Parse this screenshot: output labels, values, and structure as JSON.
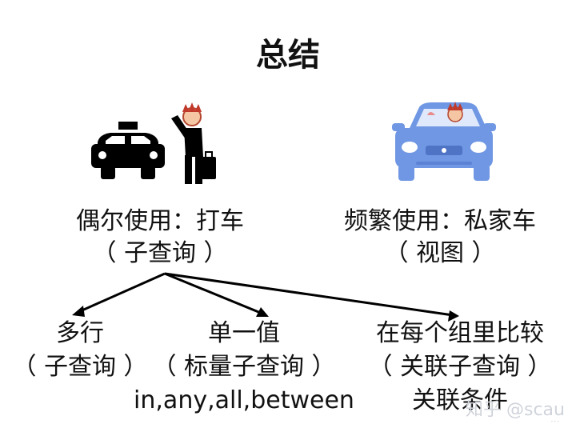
{
  "title": "总结",
  "left": {
    "line1": "偶尔使用：打车",
    "line2": "（ 子查询 ）"
  },
  "right": {
    "line1": "频繁使用：私家车",
    "line2": "（ 视图 ）"
  },
  "branches": [
    {
      "line1": "多行",
      "line2": "（ 子查询 ）"
    },
    {
      "line1": "单一值",
      "line2": "（ 标量子查询 ）",
      "line3": "in,any,all,between"
    },
    {
      "line1": "在每个组里比较",
      "line2": "（ 关联子查询 ）",
      "line3": "关联条件"
    }
  ],
  "watermark": "知乎 @scau",
  "footer_tiny": "· · ·",
  "icons": [
    "taxi-icon",
    "hailing-person-icon",
    "private-car-icon",
    "driver-face-icon"
  ],
  "colors": {
    "car_blue": "#6f97e3",
    "icon_black": "#000000",
    "arrow": "#000000"
  }
}
